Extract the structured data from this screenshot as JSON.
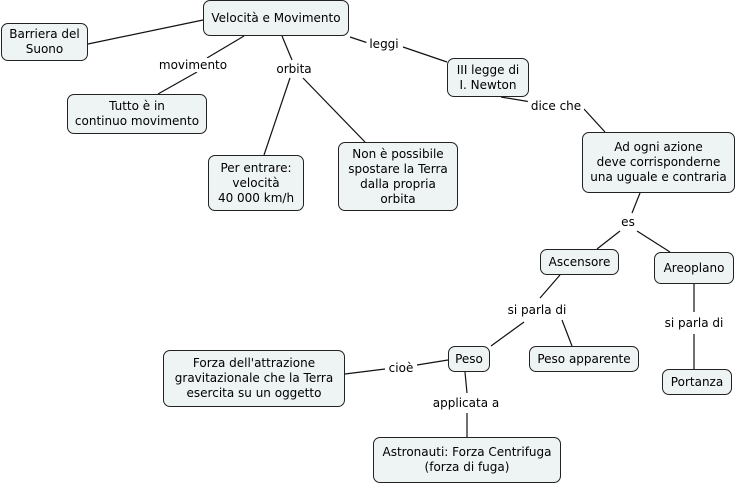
{
  "concepts": {
    "velocita": "Velocità e Movimento",
    "barriera": "Barriera del\nSuono",
    "tutto": "Tutto è in\ncontinuo movimento",
    "entrare": "Per entrare:\nvelocità\n40 000 km/h",
    "non_possibile": "Non è possibile\nspostare la Terra\ndalla propria\norbita",
    "newton": "III legge di\nI. Newton",
    "azione": "Ad ogni azione\ndeve corrisponderne\nuna uguale e contraria",
    "ascensore": "Ascensore",
    "areoplano": "Areoplano",
    "peso": "Peso",
    "peso_apparente": "Peso apparente",
    "portanza": "Portanza",
    "forza": "Forza dell'attrazione\ngravitazionale che la Terra\nesercita su un oggetto",
    "astronauti": "Astronauti: Forza Centrifuga\n(forza di fuga)"
  },
  "links": {
    "movimento": "movimento",
    "orbita": "orbita",
    "leggi": "leggi",
    "dice_che": "dice che",
    "es": "es",
    "si_parla_di_1": "si parla di",
    "si_parla_di_2": "si parla di",
    "cioe": "cioè",
    "applicata_a": "applicata a"
  }
}
